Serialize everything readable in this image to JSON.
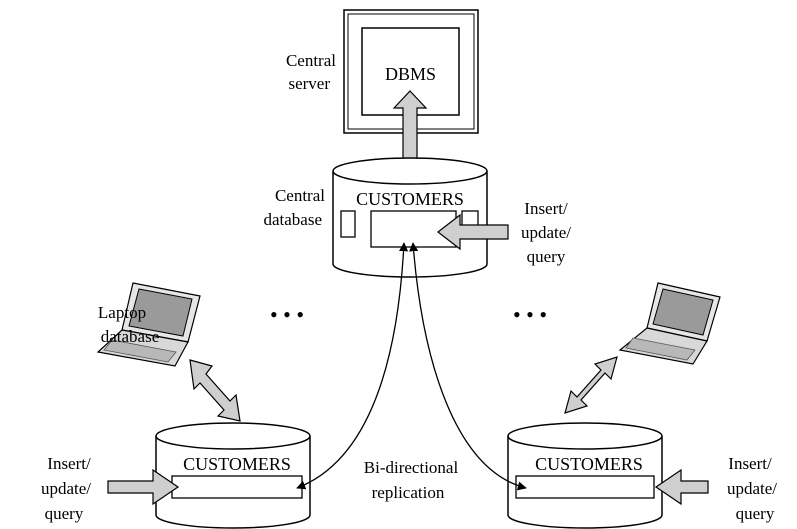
{
  "central": {
    "server_label_1": "Central",
    "server_label_2": "server",
    "dbms_label": "DBMS",
    "db_label_1": "Central",
    "db_label_2": "database",
    "table_label": "CUSTOMERS",
    "op_1": "Insert/",
    "op_2": "update/",
    "op_3": "query"
  },
  "laptop": {
    "label_1": "Laptop",
    "label_2": "database"
  },
  "left_db": {
    "table_label": "CUSTOMERS",
    "op_1": "Insert/",
    "op_2": "update/",
    "op_3": "query"
  },
  "right_db": {
    "table_label": "CUSTOMERS",
    "op_1": "Insert/",
    "op_2": "update/",
    "op_3": "query"
  },
  "replication": {
    "label_1": "Bi-directional",
    "label_2": "replication"
  },
  "ellipsis": "• • •"
}
